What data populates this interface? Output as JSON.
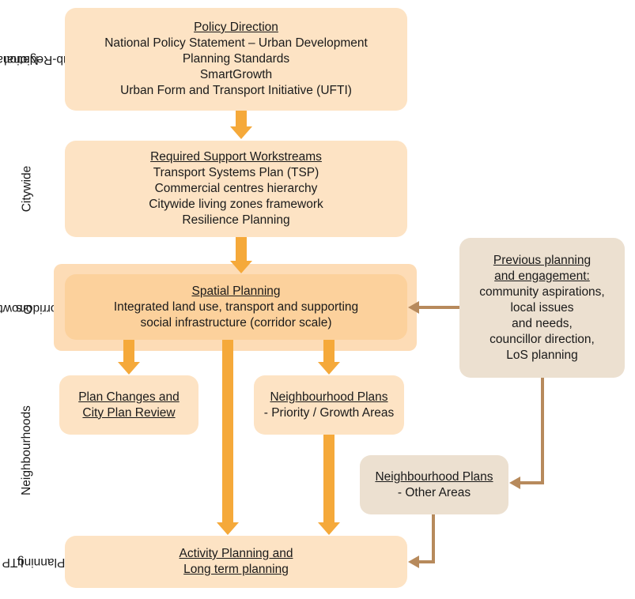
{
  "side_labels": {
    "national": [
      "National /",
      "Sub-Regional"
    ],
    "citywide": "Citywide",
    "growth": [
      "Growth",
      "Corridors"
    ],
    "neighbourhoods": "Neighbourhoods",
    "ltp": [
      "LTP",
      "Planning"
    ]
  },
  "policy": {
    "title": "Policy Direction",
    "lines": [
      "National Policy Statement – Urban Development",
      "Planning Standards",
      "SmartGrowth",
      "Urban Form and Transport Initiative (UFTI)"
    ]
  },
  "support": {
    "title": "Required Support Workstreams",
    "lines": [
      "Transport Systems Plan (TSP)",
      "Commercial centres hierarchy",
      "Citywide living zones framework",
      "Resilience Planning"
    ]
  },
  "spatial": {
    "title": "Spatial Planning",
    "lines": [
      "Integrated land use, transport and supporting",
      "social infrastructure (corridor scale)"
    ]
  },
  "previous": {
    "title_lines": [
      "Previous planning",
      "and engagement:"
    ],
    "lines": [
      "community aspirations,",
      "local issues",
      "and needs,",
      "councillor direction,",
      "LoS planning"
    ]
  },
  "plan_changes": {
    "title_lines": [
      "Plan Changes and",
      "City Plan Review"
    ]
  },
  "neigh_priority": {
    "title": "Neighbourhood Plans",
    "sub": "- Priority / Growth Areas"
  },
  "neigh_other": {
    "title": "Neighbourhood Plans",
    "sub": "- Other Areas"
  },
  "activity": {
    "title_lines": [
      "Activity Planning and",
      "Long term planning"
    ]
  },
  "colors": {
    "orange_arrow": "#f5a93a",
    "brown_arrow": "#b78a5c",
    "peach": "#fde3c4",
    "deep": "#fcd19c",
    "tan": "#ece0d0"
  }
}
